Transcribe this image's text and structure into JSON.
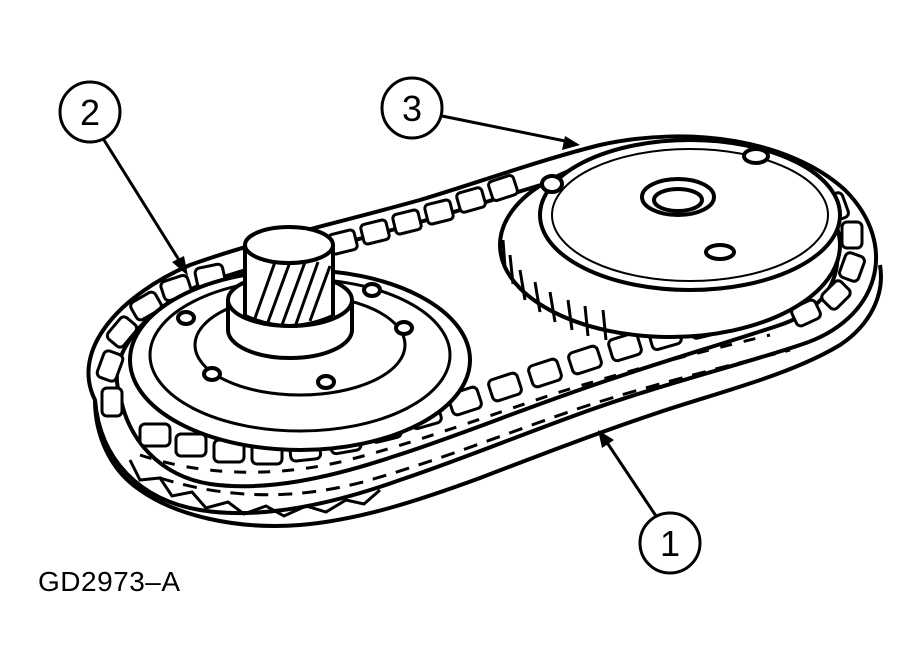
{
  "callouts": [
    {
      "id": "chain",
      "label": "1"
    },
    {
      "id": "drive-sprocket",
      "label": "2"
    },
    {
      "id": "driven-sprocket",
      "label": "3"
    }
  ],
  "figure_id": "GD2973–A",
  "colors": {
    "ink": "#000000",
    "paper": "#ffffff"
  }
}
